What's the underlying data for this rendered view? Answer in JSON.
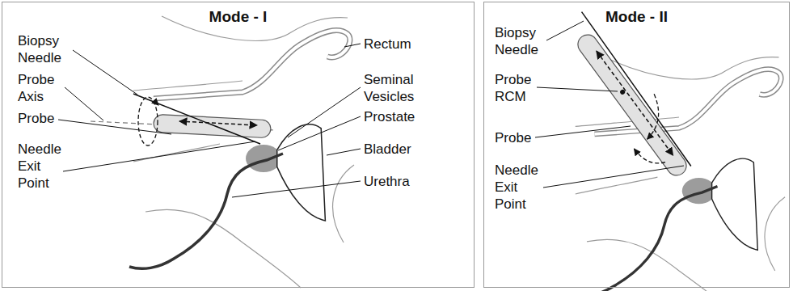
{
  "diagram": {
    "nodes": [
      {
        "text": [
          "Mode - I"
        ]
      },
      {
        "text": [
          "Mode - II"
        ]
      }
    ],
    "labels": [
      "Biopsy Needle",
      "Probe Axis",
      "Probe",
      "Needle Exit Point",
      "Rectum",
      "Seminal Vesicles",
      "Prostate",
      "Bladder",
      "Urethra",
      "Biopsy Needle",
      "Probe RCM",
      "Probe",
      "Needle Exit Point"
    ]
  }
}
